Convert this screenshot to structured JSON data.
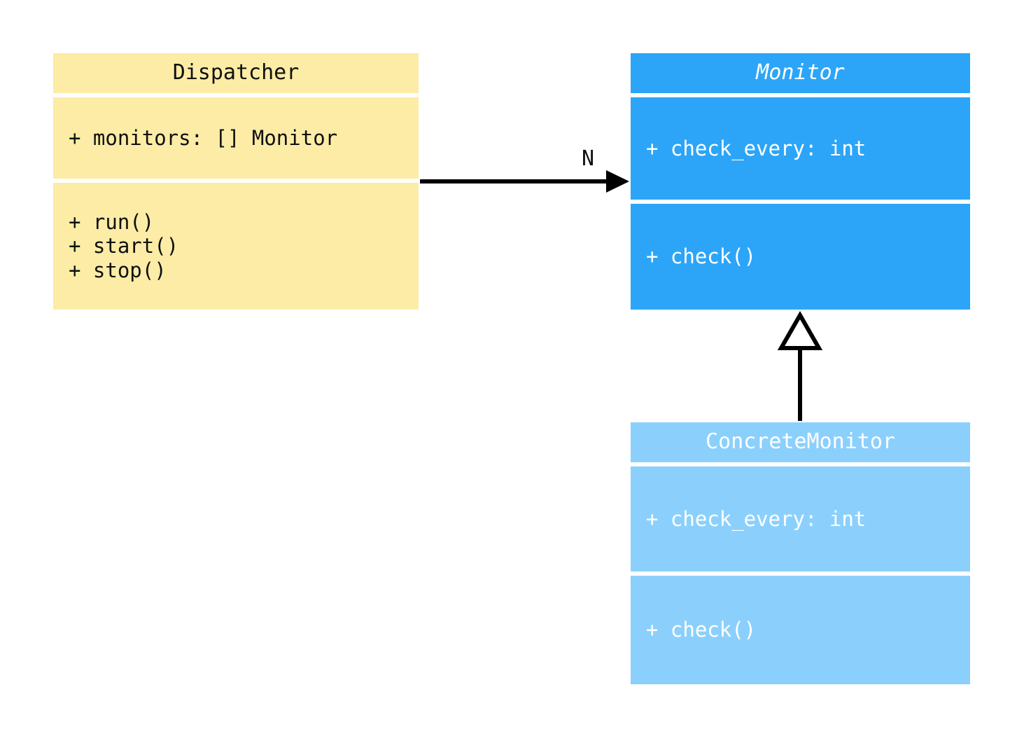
{
  "diagram": {
    "type": "uml-class-diagram",
    "background": "#ffffff",
    "classes": [
      {
        "key": "dispatcher",
        "name": "Dispatcher",
        "abstract": false,
        "fill": "#fdeca6",
        "text_color": "#101010",
        "attributes": [
          "+ monitors: [] Monitor"
        ],
        "methods": [
          "+ run()",
          "+ start()",
          "+ stop()"
        ]
      },
      {
        "key": "monitor",
        "name": "Monitor",
        "abstract": true,
        "fill": "#2ca5f8",
        "text_color": "#ffffff",
        "attributes": [
          "+ check_every: int"
        ],
        "methods": [
          "+ check()"
        ]
      },
      {
        "key": "concrete_monitor",
        "name": "ConcreteMonitor",
        "abstract": false,
        "fill": "#8bd0fd",
        "text_color": "#ffffff",
        "attributes": [
          "+ check_every: int"
        ],
        "methods": [
          "+ check()"
        ]
      }
    ],
    "relationships": [
      {
        "key": "dispatcher-monitor",
        "kind": "association",
        "from": "Dispatcher",
        "to": "Monitor",
        "arrowhead": "filled-triangle",
        "line": "solid",
        "label": "N",
        "color": "#000000"
      },
      {
        "key": "concrete-inherits-monitor",
        "kind": "generalization",
        "from": "ConcreteMonitor",
        "to": "Monitor",
        "arrowhead": "hollow-triangle",
        "line": "solid",
        "label": "",
        "color": "#000000"
      }
    ]
  }
}
